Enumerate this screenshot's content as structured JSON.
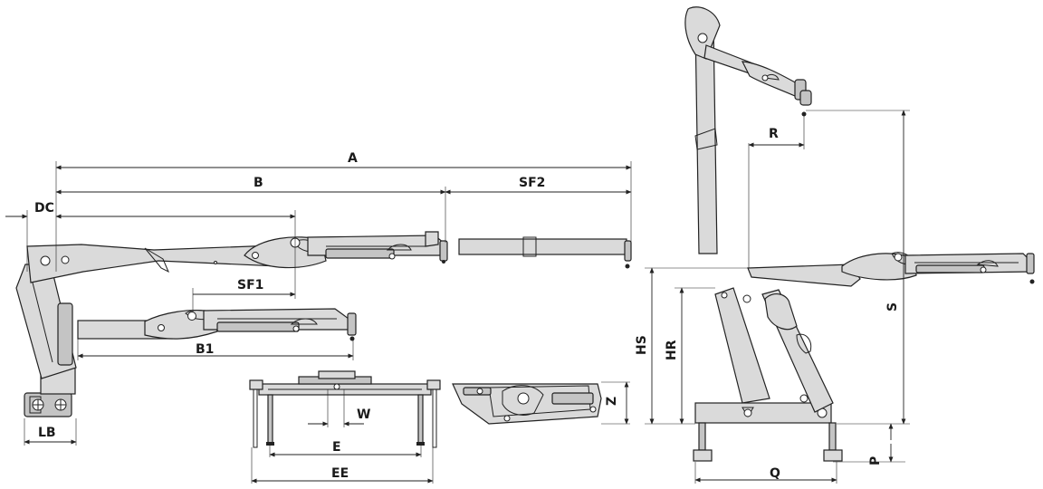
{
  "colors": {
    "background": "#ffffff",
    "line": "#222222",
    "body_fill": "#dadada",
    "body_dark": "#c4c4c4"
  },
  "labels": {
    "A": "A",
    "B": "B",
    "SF2": "SF2",
    "DC": "DC",
    "SF1": "SF1",
    "B1": "B1",
    "LB": "LB",
    "W": "W",
    "E": "E",
    "EE": "EE",
    "Z": "Z",
    "R": "R",
    "S": "S",
    "HS": "HS",
    "HR": "HR",
    "P": "P",
    "Q": "Q"
  }
}
